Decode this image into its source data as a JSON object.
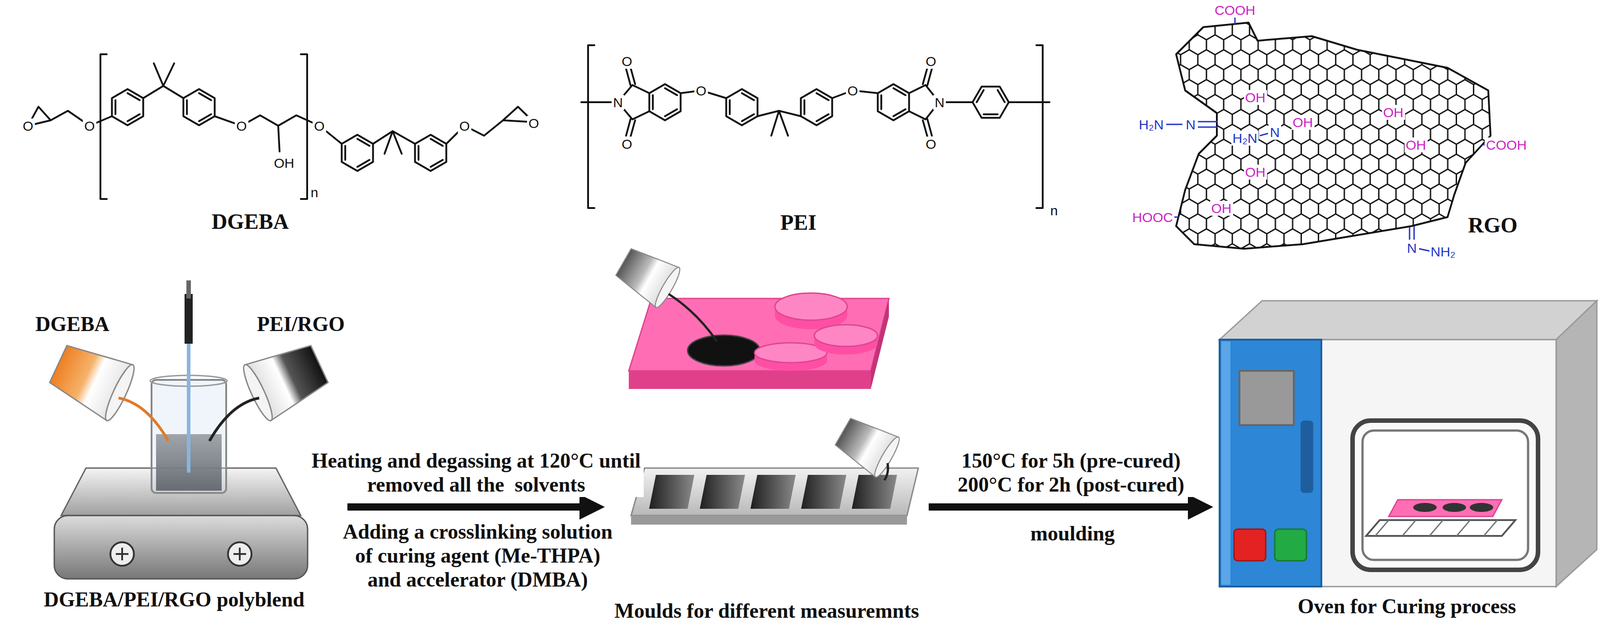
{
  "diagram": {
    "nodes": [
      {
        "text": [
          "DGEBA/PEI/RGO polyblend"
        ]
      },
      {
        "text": [
          "Moulds for different measuremnts"
        ]
      },
      {
        "text": [
          "Oven for Curing process"
        ]
      }
    ],
    "edges": [
      {
        "from": 0,
        "to": 1,
        "arrow": "to",
        "label": "Heating and degassing at 120°C until removed all the  solvents"
      },
      {
        "from": 1,
        "to": 2,
        "arrow": "to",
        "label": "150°C for 5h (pre-cured) 200°C for 2h (post-cured)"
      }
    ],
    "labels": [
      "DGEBA",
      "PEI",
      "RGO",
      "O",
      "O",
      "O",
      "OH",
      "n",
      "O",
      "O",
      "O",
      "O",
      "N",
      "O",
      "O",
      "O",
      "O",
      "N",
      "O",
      "n",
      "COOH",
      "H₂N",
      "N",
      "OH",
      "H₂N",
      "N",
      "OH",
      "OH",
      "OH",
      "OH",
      "OH",
      "COOH",
      "HOOC",
      "N",
      "NH₂",
      "DGEBA",
      "PEI/RGO",
      "Adding a crosslinking solution of curing agent (Me-THPA) and accelerator (DMBA)",
      "moulding"
    ]
  }
}
